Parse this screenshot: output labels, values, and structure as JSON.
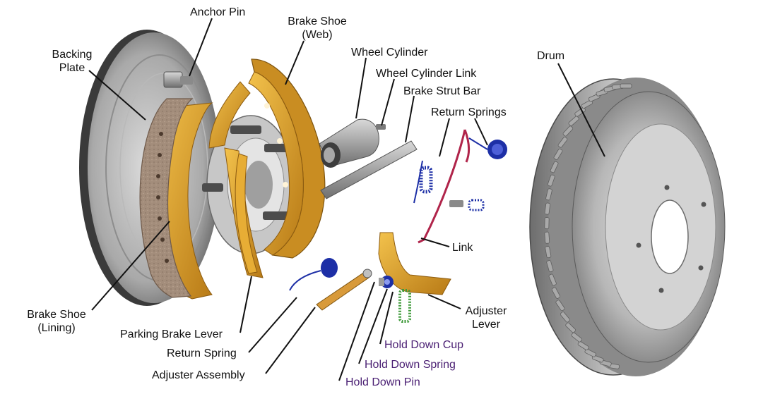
{
  "labels": {
    "anchor_pin": "Anchor Pin",
    "backing_plate": [
      "Backing",
      "Plate"
    ],
    "brake_shoe_web": [
      "Brake Shoe",
      "(Web)"
    ],
    "wheel_cylinder": "Wheel Cylinder",
    "wheel_cylinder_link": "Wheel Cylinder Link",
    "brake_strut_bar": "Brake Strut Bar",
    "return_springs": "Return Springs",
    "drum": "Drum",
    "link": "Link",
    "adjuster_lever": [
      "Adjuster",
      "Lever"
    ],
    "hold_down_cup": "Hold Down Cup",
    "hold_down_spring": "Hold Down Spring",
    "hold_down_pin": "Hold Down Pin",
    "adjuster_assembly": "Adjuster Assembly",
    "return_spring": "Return Spring",
    "parking_brake_lever": "Parking Brake Lever",
    "brake_shoe_lining": [
      "Brake Shoe",
      "(Lining)"
    ]
  },
  "colors": {
    "metal": "#9a9a9a",
    "shoe_web": "#e0a22a",
    "lining": "#a08a78",
    "spring_blue": "#1d2fa6",
    "link_red": "#b0244a",
    "spring_green": "#3f9a3a",
    "label_purple": "#4a1f73"
  }
}
